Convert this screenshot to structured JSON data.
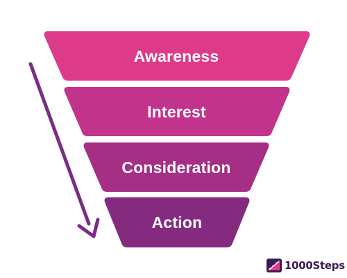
{
  "diagram": {
    "stages": [
      {
        "label": "Awareness",
        "color": "#de3a8a"
      },
      {
        "label": "Interest",
        "color": "#c2338b"
      },
      {
        "label": "Consideration",
        "color": "#a62f86"
      },
      {
        "label": "Action",
        "color": "#842b80"
      }
    ],
    "arrow_color": "#7b2c84"
  },
  "logo": {
    "text": "1000Steps",
    "icon": "stairs-logo-icon",
    "colors": [
      "#3b1a55",
      "#e23d87"
    ]
  }
}
